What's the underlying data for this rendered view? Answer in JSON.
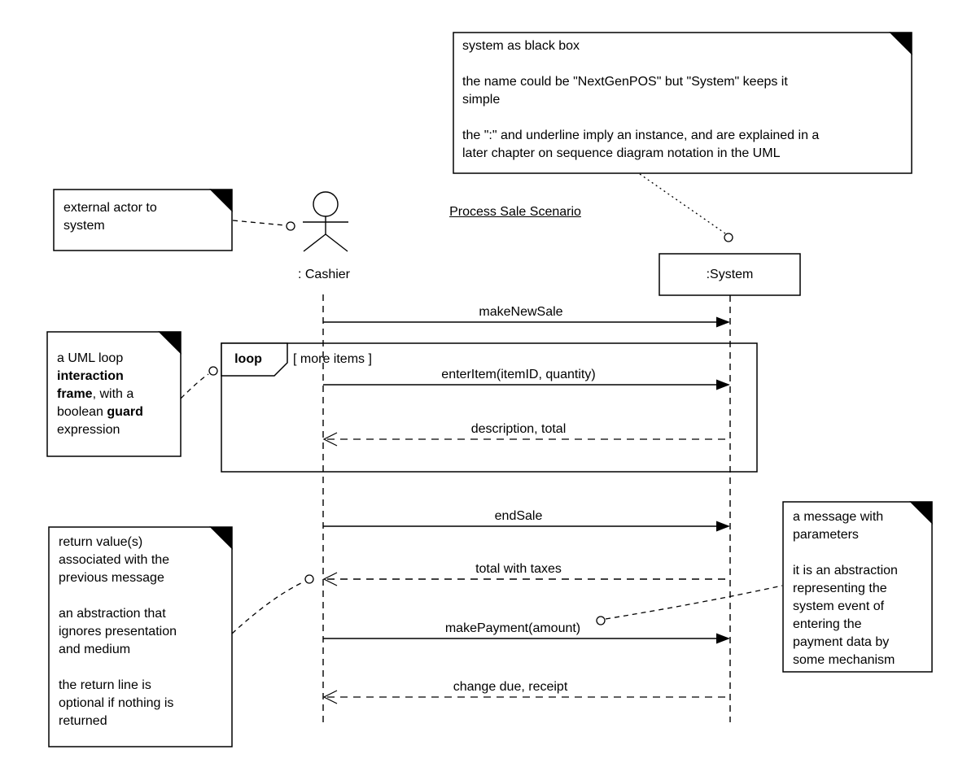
{
  "diagram": {
    "title": "Process Sale Scenario",
    "colors": {
      "stroke": "#000000",
      "background": "#ffffff",
      "note_fill": "#ffffff"
    },
    "actor": {
      "label": ": Cashier"
    },
    "system": {
      "label": ":System"
    },
    "loop_frame": {
      "operator": "loop",
      "guard": "[ more items ]"
    },
    "messages": [
      {
        "label": "makeNewSale",
        "direction": "right",
        "kind": "sync"
      },
      {
        "label": "enterItem(itemID, quantity)",
        "direction": "right",
        "kind": "sync"
      },
      {
        "label": "description, total",
        "direction": "left",
        "kind": "return"
      },
      {
        "label": "endSale",
        "direction": "right",
        "kind": "sync"
      },
      {
        "label": "total with taxes",
        "direction": "left",
        "kind": "return"
      },
      {
        "label": "makePayment(amount)",
        "direction": "right",
        "kind": "sync"
      },
      {
        "label": "change due, receipt",
        "direction": "left",
        "kind": "return"
      }
    ],
    "notes": {
      "system_note": {
        "p1": "system as black box",
        "p2": "the name could be \"NextGenPOS\" but \"System\" keeps it\nsimple",
        "p3": "the \":\" and underline imply an instance, and are explained in a\nlater chapter on sequence diagram notation in the UML"
      },
      "actor_note": {
        "p1": "external actor to\nsystem"
      },
      "loop_note": {
        "seg1": "a UML loop\n",
        "seg2": "interaction\nframe",
        "seg3": ", with a\nboolean ",
        "seg4": "guard",
        "seg5": "\nexpression"
      },
      "return_note": {
        "p1": "return value(s)\nassociated with the\nprevious message",
        "p2": "an abstraction that\nignores presentation\nand medium",
        "p3": "the return line is\noptional if nothing is\nreturned"
      },
      "params_note": {
        "p1": "a message with\nparameters",
        "p2": "it is an abstraction\nrepresenting the\nsystem event of\nentering the\npayment data by\nsome mechanism"
      }
    }
  }
}
